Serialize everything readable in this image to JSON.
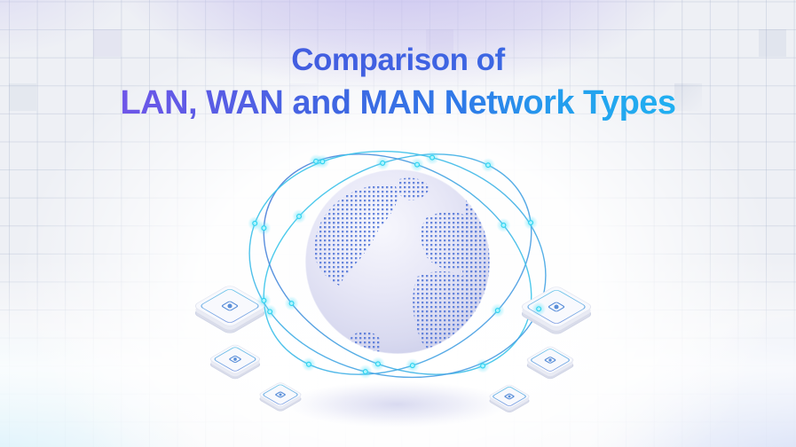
{
  "title": {
    "line1": "Comparison of",
    "line2": "LAN, WAN and MAN Network Types"
  },
  "colors": {
    "title_gradient_start": "#8551ee",
    "title_gradient_mid": "#2f7ae8",
    "title_gradient_end": "#1fc0f6",
    "orbit_cyan": "#37d0ec",
    "orbit_blue": "#4a7fd9",
    "node_glow": "#3ee4f6",
    "globe_dots": "#4f74d8",
    "globe_surface": "#dcddf1",
    "background": "#eef0f5",
    "corner_glow_left": "#a0def5",
    "corner_glow_right": "#9cb2ec"
  },
  "illustration": {
    "globe_label": "dotted world globe",
    "orbit_count": 3,
    "node_count": 21,
    "tile_count": 6
  }
}
